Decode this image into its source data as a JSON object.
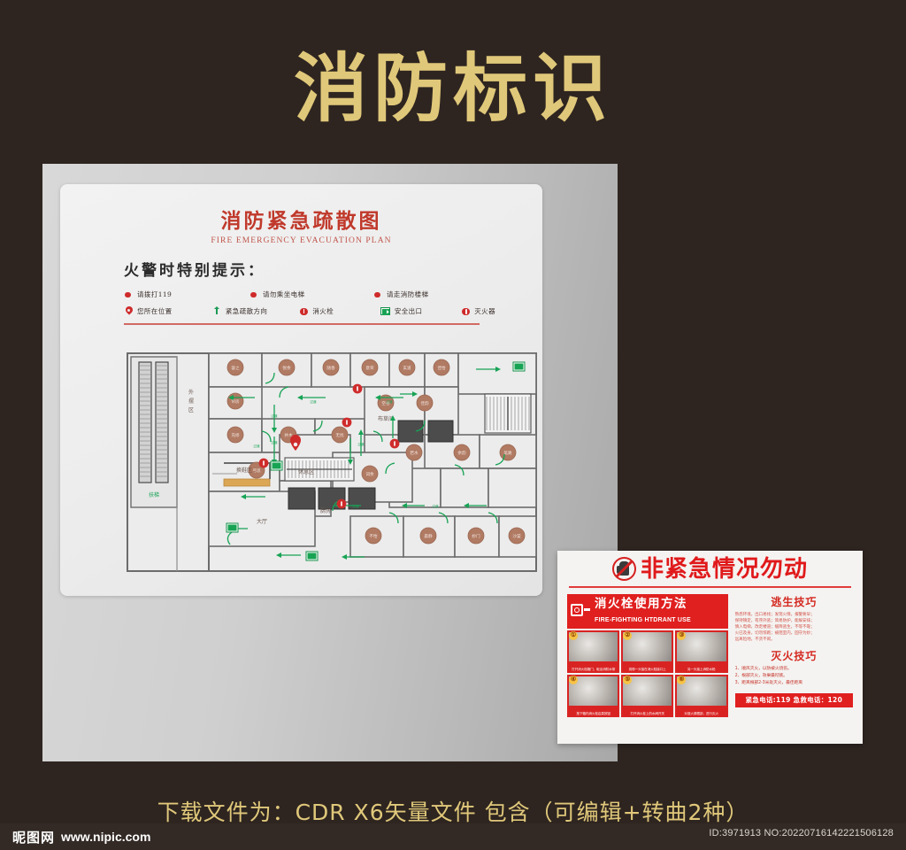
{
  "poster": {
    "title": "消防标识",
    "title_color": "#e0c87a",
    "background_color": "#2e2520",
    "caption": "下载文件为：CDR X6矢量文件  包含（可编辑+转曲2种）"
  },
  "footer": {
    "brand_cn": "昵图网",
    "brand_url": "www.nipic.com",
    "id_tag": "ID:3971913 NO:20220716142221506128"
  },
  "evacuation_board": {
    "title_cn": "消防紧急疏散图",
    "title_en": "FIRE EMERGENCY EVACUATION PLAN",
    "prompt": "火警时特别提示：",
    "legend_row1": [
      {
        "icon": "red-dot-icon",
        "label": "请拨打119"
      },
      {
        "icon": "red-dot-icon",
        "label": "请勿乘坐电梯"
      },
      {
        "icon": "red-dot-icon",
        "label": "请走消防楼梯"
      }
    ],
    "legend_row2": [
      {
        "icon": "location-pin-icon",
        "label": "您所在位置"
      },
      {
        "icon": "green-arrow-icon",
        "label": "紧急疏散方向"
      },
      {
        "icon": "hydrant-icon",
        "label": "消火栓"
      },
      {
        "icon": "exit-sign-icon",
        "label": "安全出口"
      },
      {
        "icon": "extinguisher-icon",
        "label": "灭火器"
      }
    ],
    "areas": {
      "escalator": "扶梯",
      "outdoor_zone": "外摆区",
      "shoe_change": "换鞋区",
      "lobby": "大厅",
      "lounge": "休息区",
      "kitchen": "厨房",
      "linen_room": "布草间",
      "corridor": "过道",
      "service_desk": "服务台"
    },
    "rooms": [
      "容之",
      "悦余",
      "随香",
      "意荣",
      "玄道",
      "佳怡",
      "空谷",
      "佳韵",
      "帘房",
      "充修",
      "井木",
      "无忧",
      "弓思",
      "词余",
      "若水",
      "余韵",
      "笔路",
      "不怡",
      "晨静",
      "妙门",
      "沙棠"
    ],
    "colors": {
      "title_red": "#c0392b",
      "arrow_green": "#1a9a55",
      "room_brown": "#a9705a",
      "wall_gray": "#6c6c6c"
    }
  },
  "hydrant_card": {
    "headline": "非紧急情况勿动",
    "no_touch_icon": "no-touch-hand-icon",
    "banner_cn": "消火栓使用方法",
    "banner_en": "FIRE-FIGHTING HTDRANT USE",
    "steps": [
      {
        "num": "①",
        "caption": "打开消火栓箱门，取出消防水带"
      },
      {
        "num": "②",
        "caption": "将带一头接在消火栓接口上"
      },
      {
        "num": "③",
        "caption": "另一头接上消防水枪"
      },
      {
        "num": "④",
        "caption": "按下箱内消火栓启泵按钮"
      },
      {
        "num": "⑤",
        "caption": "打开消火栓上的水阀开关"
      },
      {
        "num": "⑥",
        "caption": "对准火源根部，进行灭火"
      }
    ],
    "escape_title": "逃生技巧",
    "escape_lines": [
      "熟悉环境，出口易找；发现火情，报警要早；",
      "保持镇定，有序外逃；简易防护，能躲安排；",
      "慎入电梯，改走楼道；缓降逃生，不等不靠；",
      "火已及身，切勿惊跑；被阻室内，固守为妙；",
      "远离险地，不贪不闹。"
    ],
    "fire_title": "灭火技巧",
    "fire_lines": [
      "1、顺风灭火，以防被火烧伤。",
      "2、根部灭火，效果最彻底。",
      "3、距离根部2-3米处灭火，最佳距离"
    ],
    "phone_bar": "紧急电话:119  急救电话：120",
    "colors": {
      "red": "#e01f1f",
      "text_red": "#d4281f"
    }
  }
}
